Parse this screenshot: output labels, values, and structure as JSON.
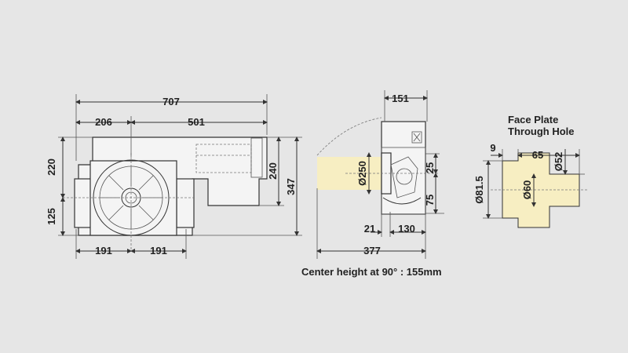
{
  "drawing": {
    "top_view": {
      "dim_overall_length": "707",
      "dim_left": "206",
      "dim_right": "501",
      "dim_height_upper": "220",
      "dim_height_lower": "125",
      "dim_width_left": "191",
      "dim_width_right": "191",
      "dim_side_240": "240",
      "dim_side_347": "347"
    },
    "side_view": {
      "dim_top": "151",
      "dim_diameter": "Ø250",
      "dim_25": "25",
      "dim_75": "75",
      "dim_21": "21",
      "dim_130": "130",
      "dim_overall": "377",
      "caption": "Center height at 90° : 155mm"
    },
    "face_plate": {
      "title_line1": "Face Plate",
      "title_line2": "Through Hole",
      "dim_9": "9",
      "dim_65": "65",
      "dim_d52": "Ø52",
      "dim_d815": "Ø81.5",
      "dim_d60": "Ø60"
    }
  },
  "colors": {
    "background": "#e6e6e6",
    "line": "#333333",
    "workpiece": "#f7eec2"
  }
}
